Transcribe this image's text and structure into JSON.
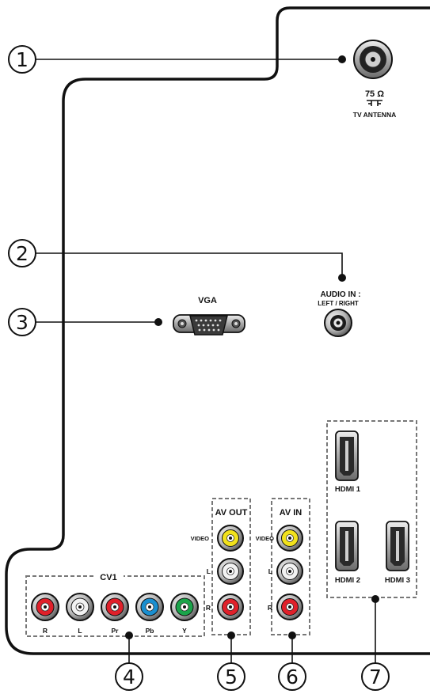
{
  "callouts": [
    "1",
    "2",
    "3",
    "4",
    "5",
    "6",
    "7"
  ],
  "antenna": {
    "impedance": "75 Ω",
    "label": "TV ANTENNA"
  },
  "audio_in": {
    "line1": "AUDIO IN :",
    "line2": "LEFT / RIGHT"
  },
  "vga": {
    "label": "VGA"
  },
  "cv1": {
    "label": "CV1",
    "jacks": [
      "R",
      "L",
      "Pr",
      "Pb",
      "Y"
    ]
  },
  "av_out": {
    "title": "AV OUT",
    "video": "VIDEO",
    "left": "L",
    "right": "R"
  },
  "av_in": {
    "title": "AV IN",
    "video": "VIDEO",
    "left": "L",
    "right": "R"
  },
  "hdmi": [
    "HDMI 1",
    "HDMI 2",
    "HDMI 3"
  ],
  "colors": {
    "red": "#e0202a",
    "white": "#f2f2f2",
    "green": "#1aa44a",
    "blue": "#1a8fd0",
    "yellow": "#f2e21c",
    "outline": "#111111",
    "dashed": "#777777"
  }
}
